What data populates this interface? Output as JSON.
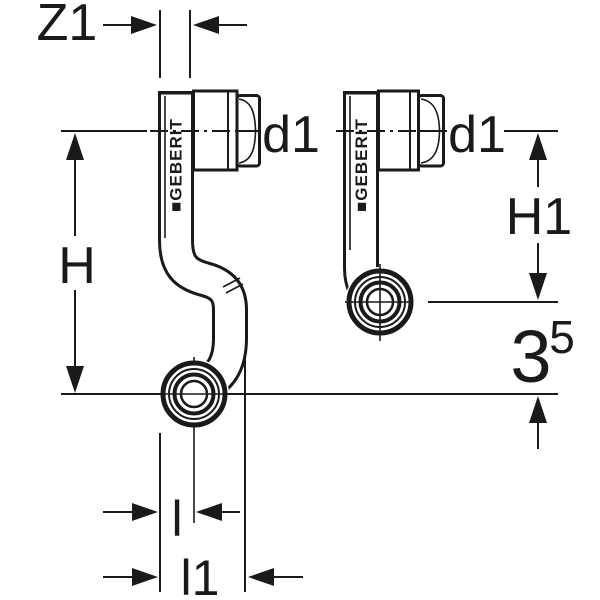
{
  "page": {
    "background": "#ffffff"
  },
  "drawing": {
    "description": "Geberit press-fitting connector bend, two side views with dimension lines",
    "brand_mark": "■GEBERIT",
    "colors": {
      "ink": "#1a1a1a",
      "fill": "#ffffff"
    },
    "dimensions": {
      "z1": "Z1",
      "d1_left": "d1",
      "d1_right": "d1",
      "h": "H",
      "h1": "H1",
      "offset_value": "3",
      "offset_exponent": "5",
      "l": "l",
      "l1": "l1"
    }
  }
}
